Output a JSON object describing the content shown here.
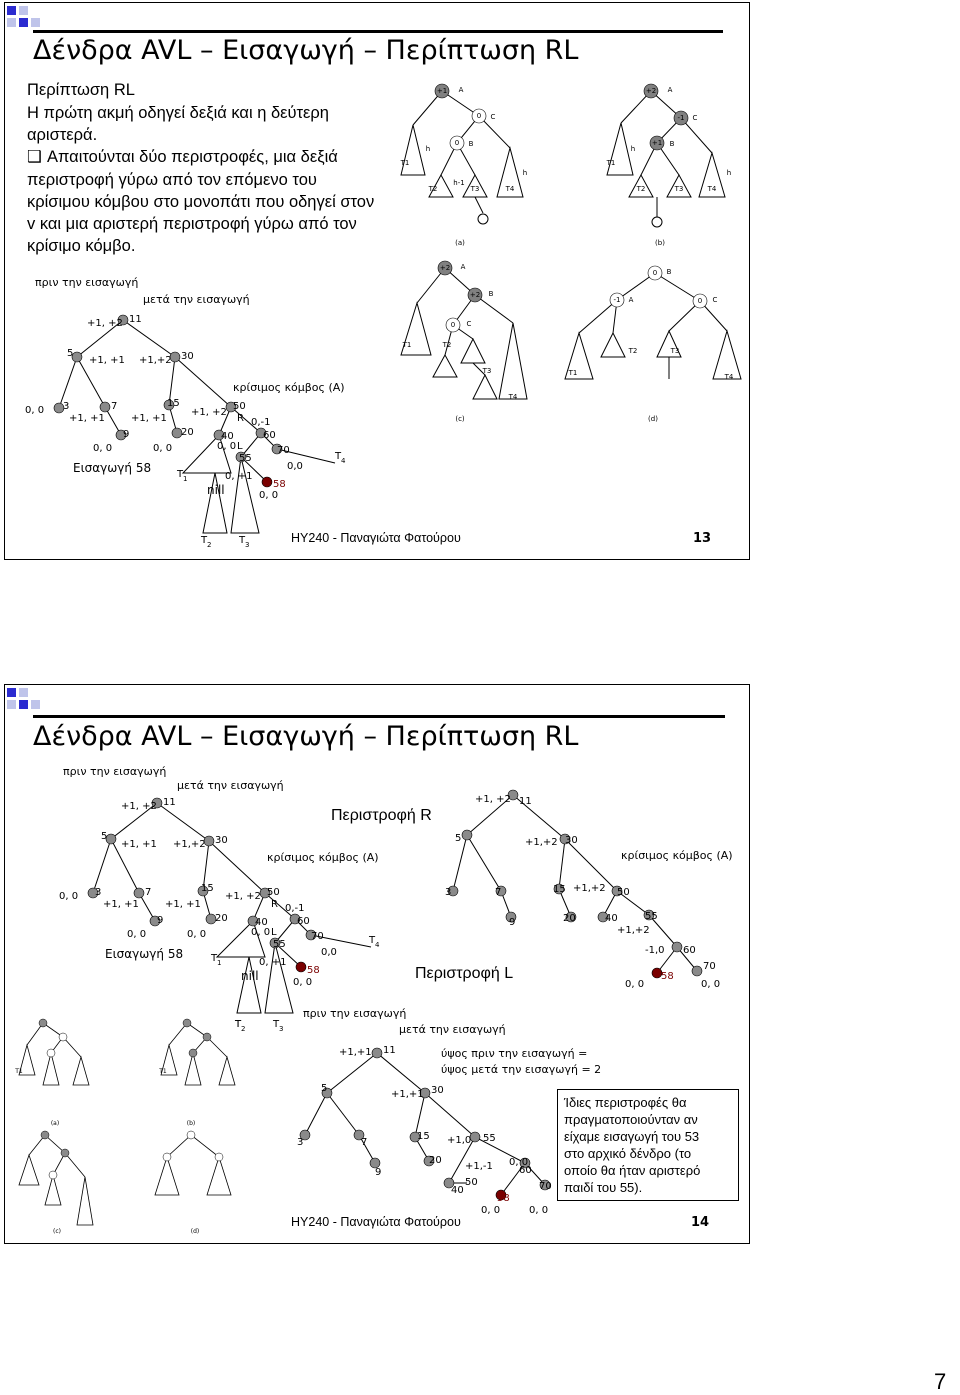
{
  "slide1": {
    "title": "Δένδρα AVL – Εισαγωγή – Περίπτωση RL",
    "subtitle": "Περίπτωση RL",
    "line1": "Η πρώτη ακμή οδηγεί δεξιά και η δεύτερη",
    "line2": "αριστερά.",
    "bullet_glyph": "❑",
    "bullet_l1": "Απαιτούνται δύο περιστροφές, μια δεξιά",
    "bullet_l2": "περιστροφή γύρω από τον επόμενο του",
    "bullet_l3": "κρίσιμου κόμβου στο μονοπάτι που οδηγεί στον",
    "bullet_l4": "v και μια αριστερή περιστροφή γύρω από τον",
    "bullet_l5": "κρίσιμο κόμβο.",
    "before_insert": "πριν την εισαγωγή",
    "after_insert": "μετά την εισαγωγή",
    "critical_node": "κρίσιμος κόμβος (A)",
    "insert_label": "Εισαγωγή 58",
    "nill": "nill",
    "footer": "ΗΥ240 - Παναγιώτα Φατούρου",
    "page": "13"
  },
  "slide2": {
    "title": "Δένδρα AVL – Εισαγωγή – Περίπτωση RL",
    "before_insert": "πριν την εισαγωγή",
    "after_insert": "μετά την εισαγωγή",
    "rotation_r": "Περιστροφή R",
    "rotation_l": "Περιστροφή L",
    "critical_node": "κρίσιμος κόμβος (A)",
    "insert_label": "Εισαγωγή 58",
    "nill": "nill",
    "height_before": "ύψος πριν την εισαγωγή =",
    "height_after": "ύψος μετά την εισαγωγή = 2",
    "note_l1": "Ίδιες περιστροφές θα",
    "note_l2": "πραγματοποιούνταν αν",
    "note_l3": "είχαμε εισαγωγή του 53",
    "note_l4": "στο αρχικό δένδρο (το",
    "note_l5": "οποίο θα ήταν αριστερό",
    "note_l6": "παιδί του 55).",
    "footer": "ΗΥ240 - Παναγιώτα Φατούρου",
    "page": "14"
  },
  "trees": {
    "rl": {
      "nodes": [
        {
          "id": "n11",
          "label": "11",
          "bal": "+1, +2"
        },
        {
          "id": "n5",
          "label": "5",
          "bal": "+1, +1"
        },
        {
          "id": "n30",
          "label": "30",
          "bal": "+1,+2"
        },
        {
          "id": "n3",
          "label": "3",
          "bal": "0, 0"
        },
        {
          "id": "n7",
          "label": "7",
          "bal": "+1, +1"
        },
        {
          "id": "n9",
          "label": "9",
          "bal": "0, 0"
        },
        {
          "id": "n15",
          "label": "15",
          "bal": "+1, +1"
        },
        {
          "id": "n20",
          "label": "20",
          "bal": "0, 0"
        },
        {
          "id": "n50",
          "label": "50",
          "bal": "+1, +2"
        },
        {
          "id": "n40",
          "label": "40",
          "bal": "0, 0"
        },
        {
          "id": "n60",
          "label": "60",
          "bal": "0,-1"
        },
        {
          "id": "n55",
          "label": "55",
          "bal": "0, +1"
        },
        {
          "id": "n70",
          "label": "70",
          "bal": "0,0"
        },
        {
          "id": "n58",
          "label": "58",
          "bal": "0, 0"
        }
      ],
      "letters": {
        "R": "R",
        "L": "L",
        "T1": "T",
        "T2": "T",
        "T3": "T",
        "T4": "T",
        "s1": "1",
        "s2": "2",
        "s3": "3",
        "s4": "4"
      }
    },
    "after_rl": {
      "labels": [
        "11",
        "+1, +2",
        "5",
        "+1,+2",
        "30",
        "3",
        "7",
        "9",
        "15",
        "+1,+2",
        "50",
        "20",
        "40",
        "55",
        "+1,+2",
        "-1,0",
        "60",
        "58",
        "70",
        "0, 0",
        "0, 0"
      ]
    },
    "balanced": {
      "labels": [
        "11",
        "+1,+1",
        "5",
        "30",
        "+1,+1",
        "3",
        "7",
        "9",
        "15",
        "20",
        "+1,0",
        "55",
        "40",
        "+1,-1",
        "50",
        "58",
        "60",
        "0, 0",
        "70",
        "0, 0",
        "0, 0"
      ]
    },
    "diagrams": {
      "a": "(a)",
      "b": "(b)",
      "c": "(c)",
      "d": "(d)",
      "A": "A",
      "B": "B",
      "C": "C",
      "h": "h",
      "hm1": "h-1",
      "p1": "+1",
      "p2": "+2",
      "z": "0",
      "m1": "-1",
      "T1": "T1",
      "T2": "T2",
      "T3": "T3",
      "T4": "T4"
    }
  },
  "page_number": "7"
}
